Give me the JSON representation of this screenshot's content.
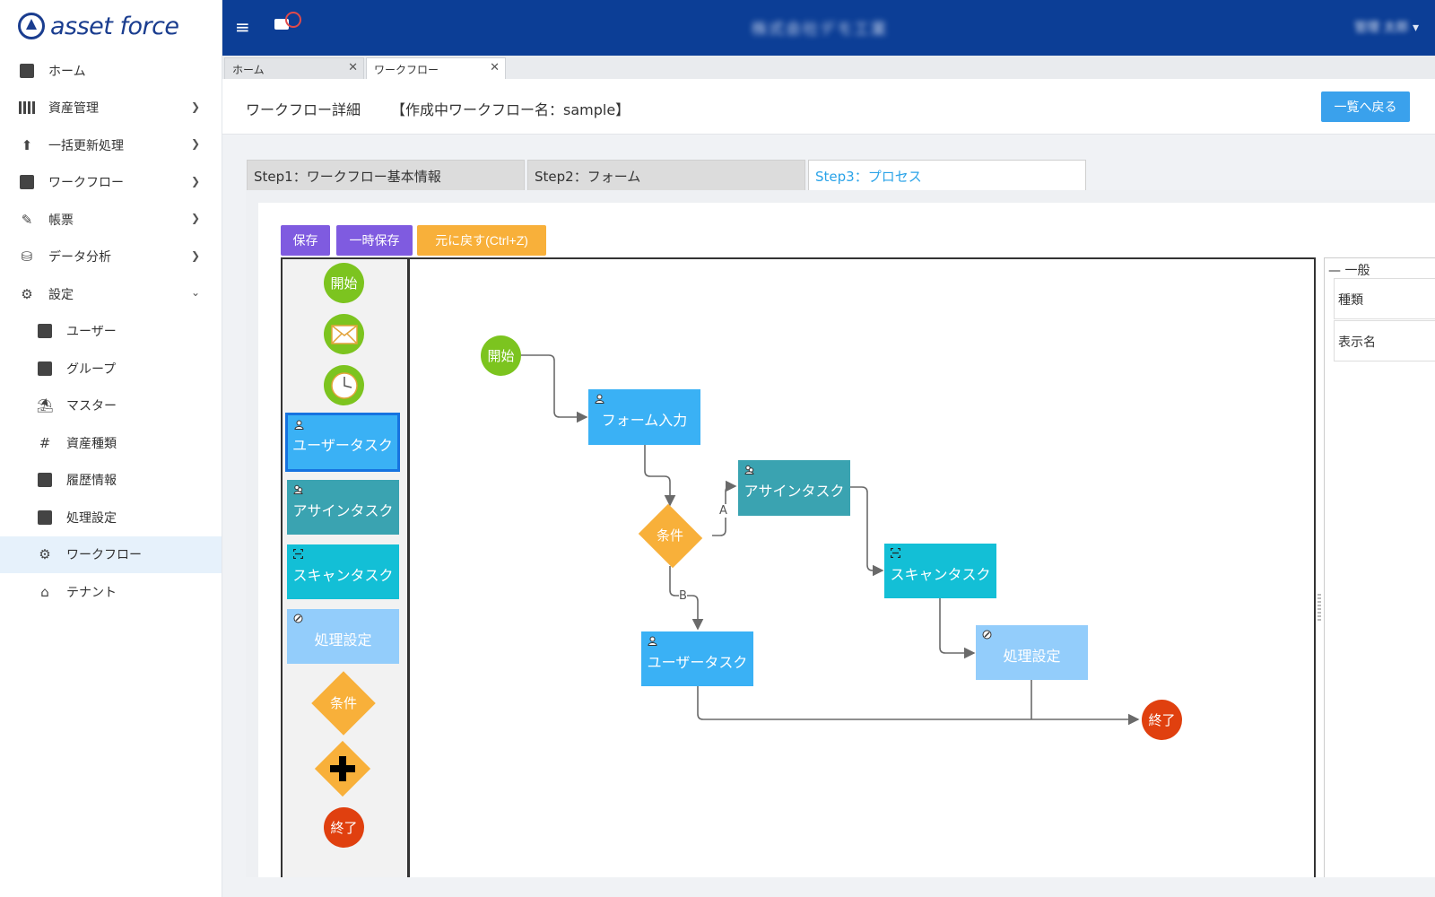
{
  "brand": {
    "name": "asset force"
  },
  "sidebar": {
    "items": [
      {
        "label": "ホーム",
        "icon": "dashboard-icon"
      },
      {
        "label": "資産管理",
        "icon": "assets-icon",
        "has_children": true
      },
      {
        "label": "一括更新処理",
        "icon": "bulk-update-icon",
        "has_children": true
      },
      {
        "label": "ワークフロー",
        "icon": "workflow-icon",
        "has_children": true
      },
      {
        "label": "帳票",
        "icon": "pencil-icon",
        "has_children": true
      },
      {
        "label": "データ分析",
        "icon": "database-icon",
        "has_children": true
      },
      {
        "label": "設定",
        "icon": "gear-icon",
        "expanded": true
      }
    ],
    "settings_children": [
      {
        "label": "ユーザー",
        "icon": "user-icon"
      },
      {
        "label": "グループ",
        "icon": "group-icon"
      },
      {
        "label": "マスター",
        "icon": "master-icon"
      },
      {
        "label": "資産種類",
        "icon": "hash-icon"
      },
      {
        "label": "履歴情報",
        "icon": "history-icon"
      },
      {
        "label": "処理設定",
        "icon": "clipboard-icon"
      },
      {
        "label": "ワークフロー",
        "icon": "gear-icon",
        "active": true
      },
      {
        "label": "テナント",
        "icon": "home-icon"
      }
    ]
  },
  "header": {
    "company": "株式会社デモ工業",
    "user": "管理 太郎"
  },
  "doc_tabs": [
    {
      "label": "ホーム"
    },
    {
      "label": "ワークフロー",
      "active": true
    }
  ],
  "page": {
    "title": "ワークフロー詳細",
    "subtitle": "【作成中ワークフロー名：sample】",
    "back_label": "一覧へ戻る"
  },
  "steps": [
    {
      "label": "Step1：ワークフロー基本情報"
    },
    {
      "label": "Step2：フォーム"
    },
    {
      "label": "Step3：プロセス",
      "active": true
    }
  ],
  "toolbar": {
    "save": "保存",
    "temp_save": "一時保存",
    "undo": "元に戻す(Ctrl+Z)"
  },
  "palette": {
    "start": "開始",
    "user_task": "ユーザータスク",
    "assign_task": "アサインタスク",
    "scan_task": "スキャンタスク",
    "process": "処理設定",
    "condition": "条件",
    "end": "終了"
  },
  "canvas": {
    "start": "開始",
    "form_input": "フォーム入力",
    "condition": "条件",
    "edge_a": "A",
    "edge_b": "B",
    "assign_task": "アサインタスク",
    "scan_task": "スキャンタスク",
    "user_task": "ユーザータスク",
    "process": "処理設定",
    "end": "終了"
  },
  "properties": {
    "section": "一般",
    "rows": [
      "種類",
      "表示名"
    ]
  },
  "colors": {
    "header": "#0c3e96",
    "start": "#7cc41f",
    "user_task": "#3ab1f5",
    "assign_task": "#3aa3b1",
    "scan_task": "#13bfd6",
    "process": "#93cdfb",
    "condition": "#f8b03a",
    "end": "#e0400f",
    "primary_btn": "#7f5be0",
    "back_btn": "#3aa1ec"
  }
}
